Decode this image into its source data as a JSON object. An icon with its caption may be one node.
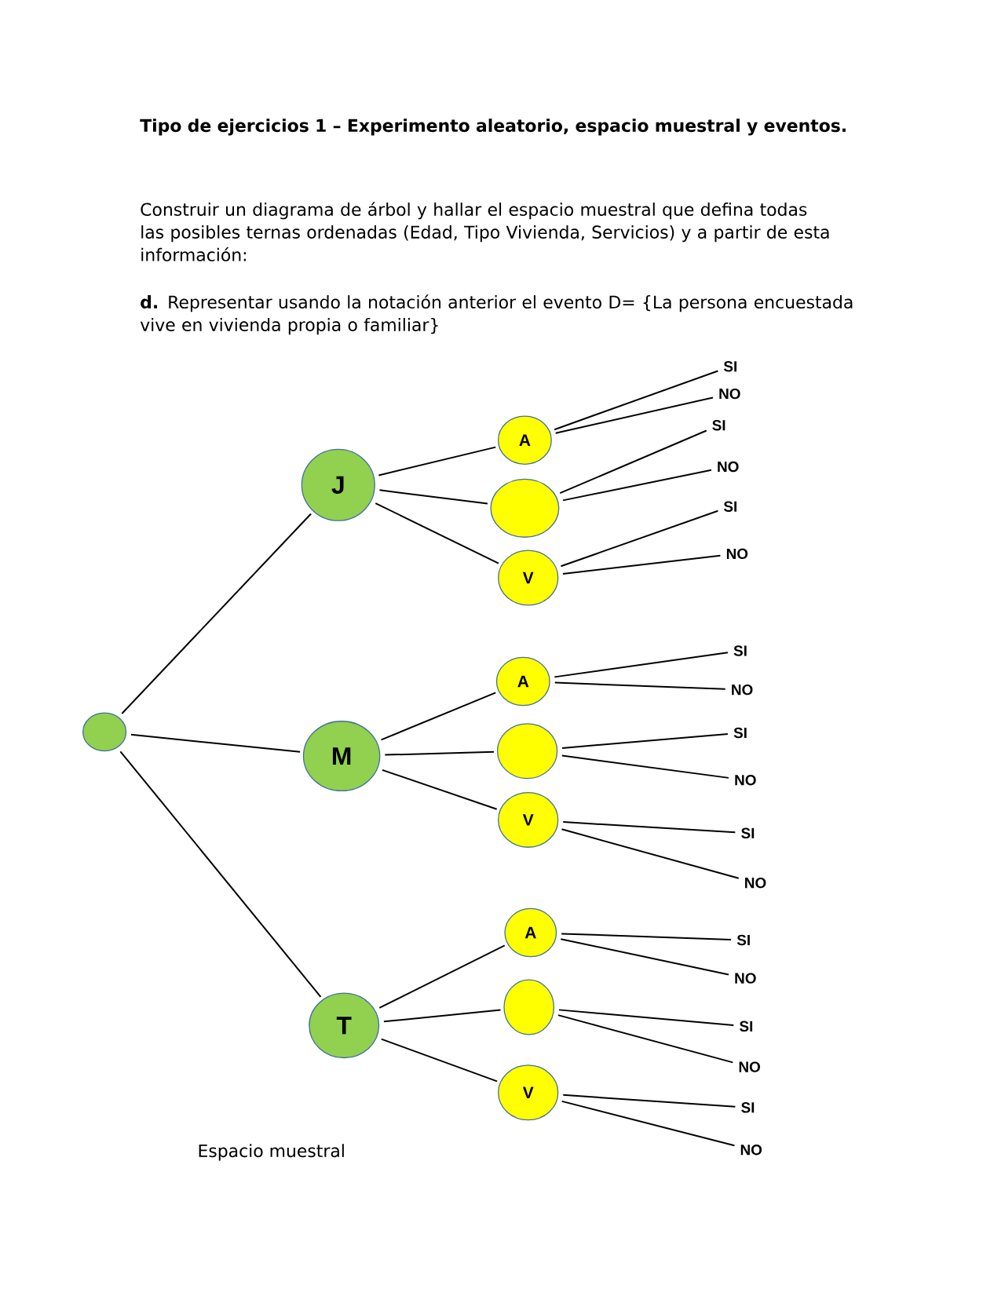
{
  "diagram": {
    "title": "Tipo de ejercicios 1 – Experimento aleatorio, espacio muestral y eventos.",
    "nodes": [
      {
        "text": [],
        "shape": "circle"
      },
      {
        "text": [
          "J"
        ]
      },
      {
        "text": [
          "A"
        ]
      },
      {
        "text": [],
        "shape": "circle"
      },
      {
        "text": [
          "V"
        ]
      },
      {
        "text": [
          "M"
        ]
      },
      {
        "text": [
          "A"
        ]
      },
      {
        "text": [],
        "shape": "circle"
      },
      {
        "text": [
          "V"
        ]
      },
      {
        "text": [
          "T"
        ]
      },
      {
        "text": [
          "A"
        ]
      },
      {
        "text": [],
        "shape": "circle"
      },
      {
        "text": [
          "V"
        ]
      },
      {
        "text": [
          "SI"
        ]
      },
      {
        "text": [
          "NO"
        ]
      },
      {
        "text": [
          "SI"
        ]
      },
      {
        "text": [
          "NO"
        ]
      },
      {
        "text": [
          "SI"
        ]
      },
      {
        "text": [
          "NO"
        ]
      },
      {
        "text": [
          "SI"
        ]
      },
      {
        "text": [
          "NO"
        ]
      },
      {
        "text": [
          "SI"
        ]
      },
      {
        "text": [
          "NO"
        ]
      },
      {
        "text": [
          "SI"
        ]
      },
      {
        "text": [
          "NO"
        ]
      },
      {
        "text": [
          "SI"
        ]
      },
      {
        "text": [
          "NO"
        ]
      },
      {
        "text": [
          "SI"
        ]
      },
      {
        "text": [
          "NO"
        ]
      },
      {
        "text": [
          "SI"
        ]
      },
      {
        "text": [
          "NO"
        ]
      }
    ],
    "edges": [
      {
        "from": 0,
        "to": 1,
        "arrow": "none"
      },
      {
        "from": 0,
        "to": 5,
        "arrow": "none"
      },
      {
        "from": 0,
        "to": 9,
        "arrow": "none"
      },
      {
        "from": 1,
        "to": 2,
        "arrow": "none"
      },
      {
        "from": 1,
        "to": 3,
        "arrow": "none"
      },
      {
        "from": 1,
        "to": 4,
        "arrow": "none"
      },
      {
        "from": 5,
        "to": 6,
        "arrow": "none"
      },
      {
        "from": 5,
        "to": 7,
        "arrow": "none"
      },
      {
        "from": 5,
        "to": 8,
        "arrow": "none"
      },
      {
        "from": 9,
        "to": 10,
        "arrow": "none"
      },
      {
        "from": 9,
        "to": 11,
        "arrow": "none"
      },
      {
        "from": 9,
        "to": 12,
        "arrow": "none"
      },
      {
        "from": 2,
        "to": 13,
        "arrow": "none"
      },
      {
        "from": 2,
        "to": 14,
        "arrow": "none"
      },
      {
        "from": 3,
        "to": 15,
        "arrow": "none"
      },
      {
        "from": 3,
        "to": 16,
        "arrow": "none"
      },
      {
        "from": 4,
        "to": 17,
        "arrow": "none"
      },
      {
        "from": 4,
        "to": 18,
        "arrow": "none"
      },
      {
        "from": 6,
        "to": 19,
        "arrow": "none"
      },
      {
        "from": 6,
        "to": 20,
        "arrow": "none"
      },
      {
        "from": 7,
        "to": 21,
        "arrow": "none"
      },
      {
        "from": 7,
        "to": 22,
        "arrow": "none"
      },
      {
        "from": 8,
        "to": 23,
        "arrow": "none"
      },
      {
        "from": 8,
        "to": 24,
        "arrow": "none"
      },
      {
        "from": 10,
        "to": 25,
        "arrow": "none"
      },
      {
        "from": 10,
        "to": 26,
        "arrow": "none"
      },
      {
        "from": 11,
        "to": 27,
        "arrow": "none"
      },
      {
        "from": 11,
        "to": 28,
        "arrow": "none"
      },
      {
        "from": 12,
        "to": 29,
        "arrow": "none"
      },
      {
        "from": 12,
        "to": 30,
        "arrow": "none"
      }
    ],
    "labels": [
      "Construir un diagrama de árbol y hallar el espacio muestral que defina todas las posibles ternas ordenadas (Edad, Tipo Vivienda, Servicios) y a partir de esta información:",
      "**d.** Representar usando la notación anterior el evento D= {La persona encuestada vive en vivienda propia o familiar}",
      "Espacio muestral"
    ]
  }
}
